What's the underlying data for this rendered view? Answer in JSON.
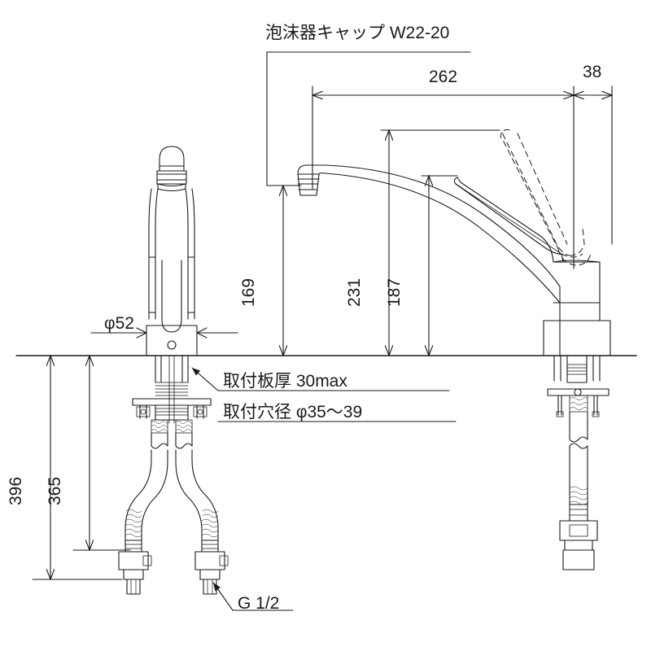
{
  "drawing": {
    "title_label": "泡沫器キャップ W22-20",
    "background_color": "#ffffff",
    "line_color": "#1a1a1a",
    "units": "mm",
    "view_type": "technical-dimension-drawing",
    "subject": "single-lever kitchen mixer faucet"
  },
  "annotations": {
    "aerator_cap": "泡沫器キャップ W22-20",
    "deck_thickness": "取付板厚 30max",
    "hole_diameter": "取付穴径 φ35〜39",
    "inlet_thread": "G 1/2"
  },
  "dimensions": {
    "spout_reach": "262",
    "handle_offset": "38",
    "base_diameter": "φ52",
    "spout_outlet_height": "169",
    "body_top_height": "231",
    "lever_height": "187",
    "overall_below_deck": "396",
    "hose_length_below_deck": "365"
  },
  "dimension_list": [
    {
      "name": "spout-reach",
      "value": "262",
      "orientation": "horizontal"
    },
    {
      "name": "handle-offset",
      "value": "38",
      "orientation": "horizontal"
    },
    {
      "name": "base-diameter",
      "value": "φ52",
      "orientation": "horizontal"
    },
    {
      "name": "spout-outlet-height",
      "value": "169",
      "orientation": "vertical"
    },
    {
      "name": "body-top-height",
      "value": "231",
      "orientation": "vertical"
    },
    {
      "name": "lever-height",
      "value": "187",
      "orientation": "vertical"
    },
    {
      "name": "overall-below-deck",
      "value": "396",
      "orientation": "vertical"
    },
    {
      "name": "hose-length-below-deck",
      "value": "365",
      "orientation": "vertical"
    }
  ]
}
